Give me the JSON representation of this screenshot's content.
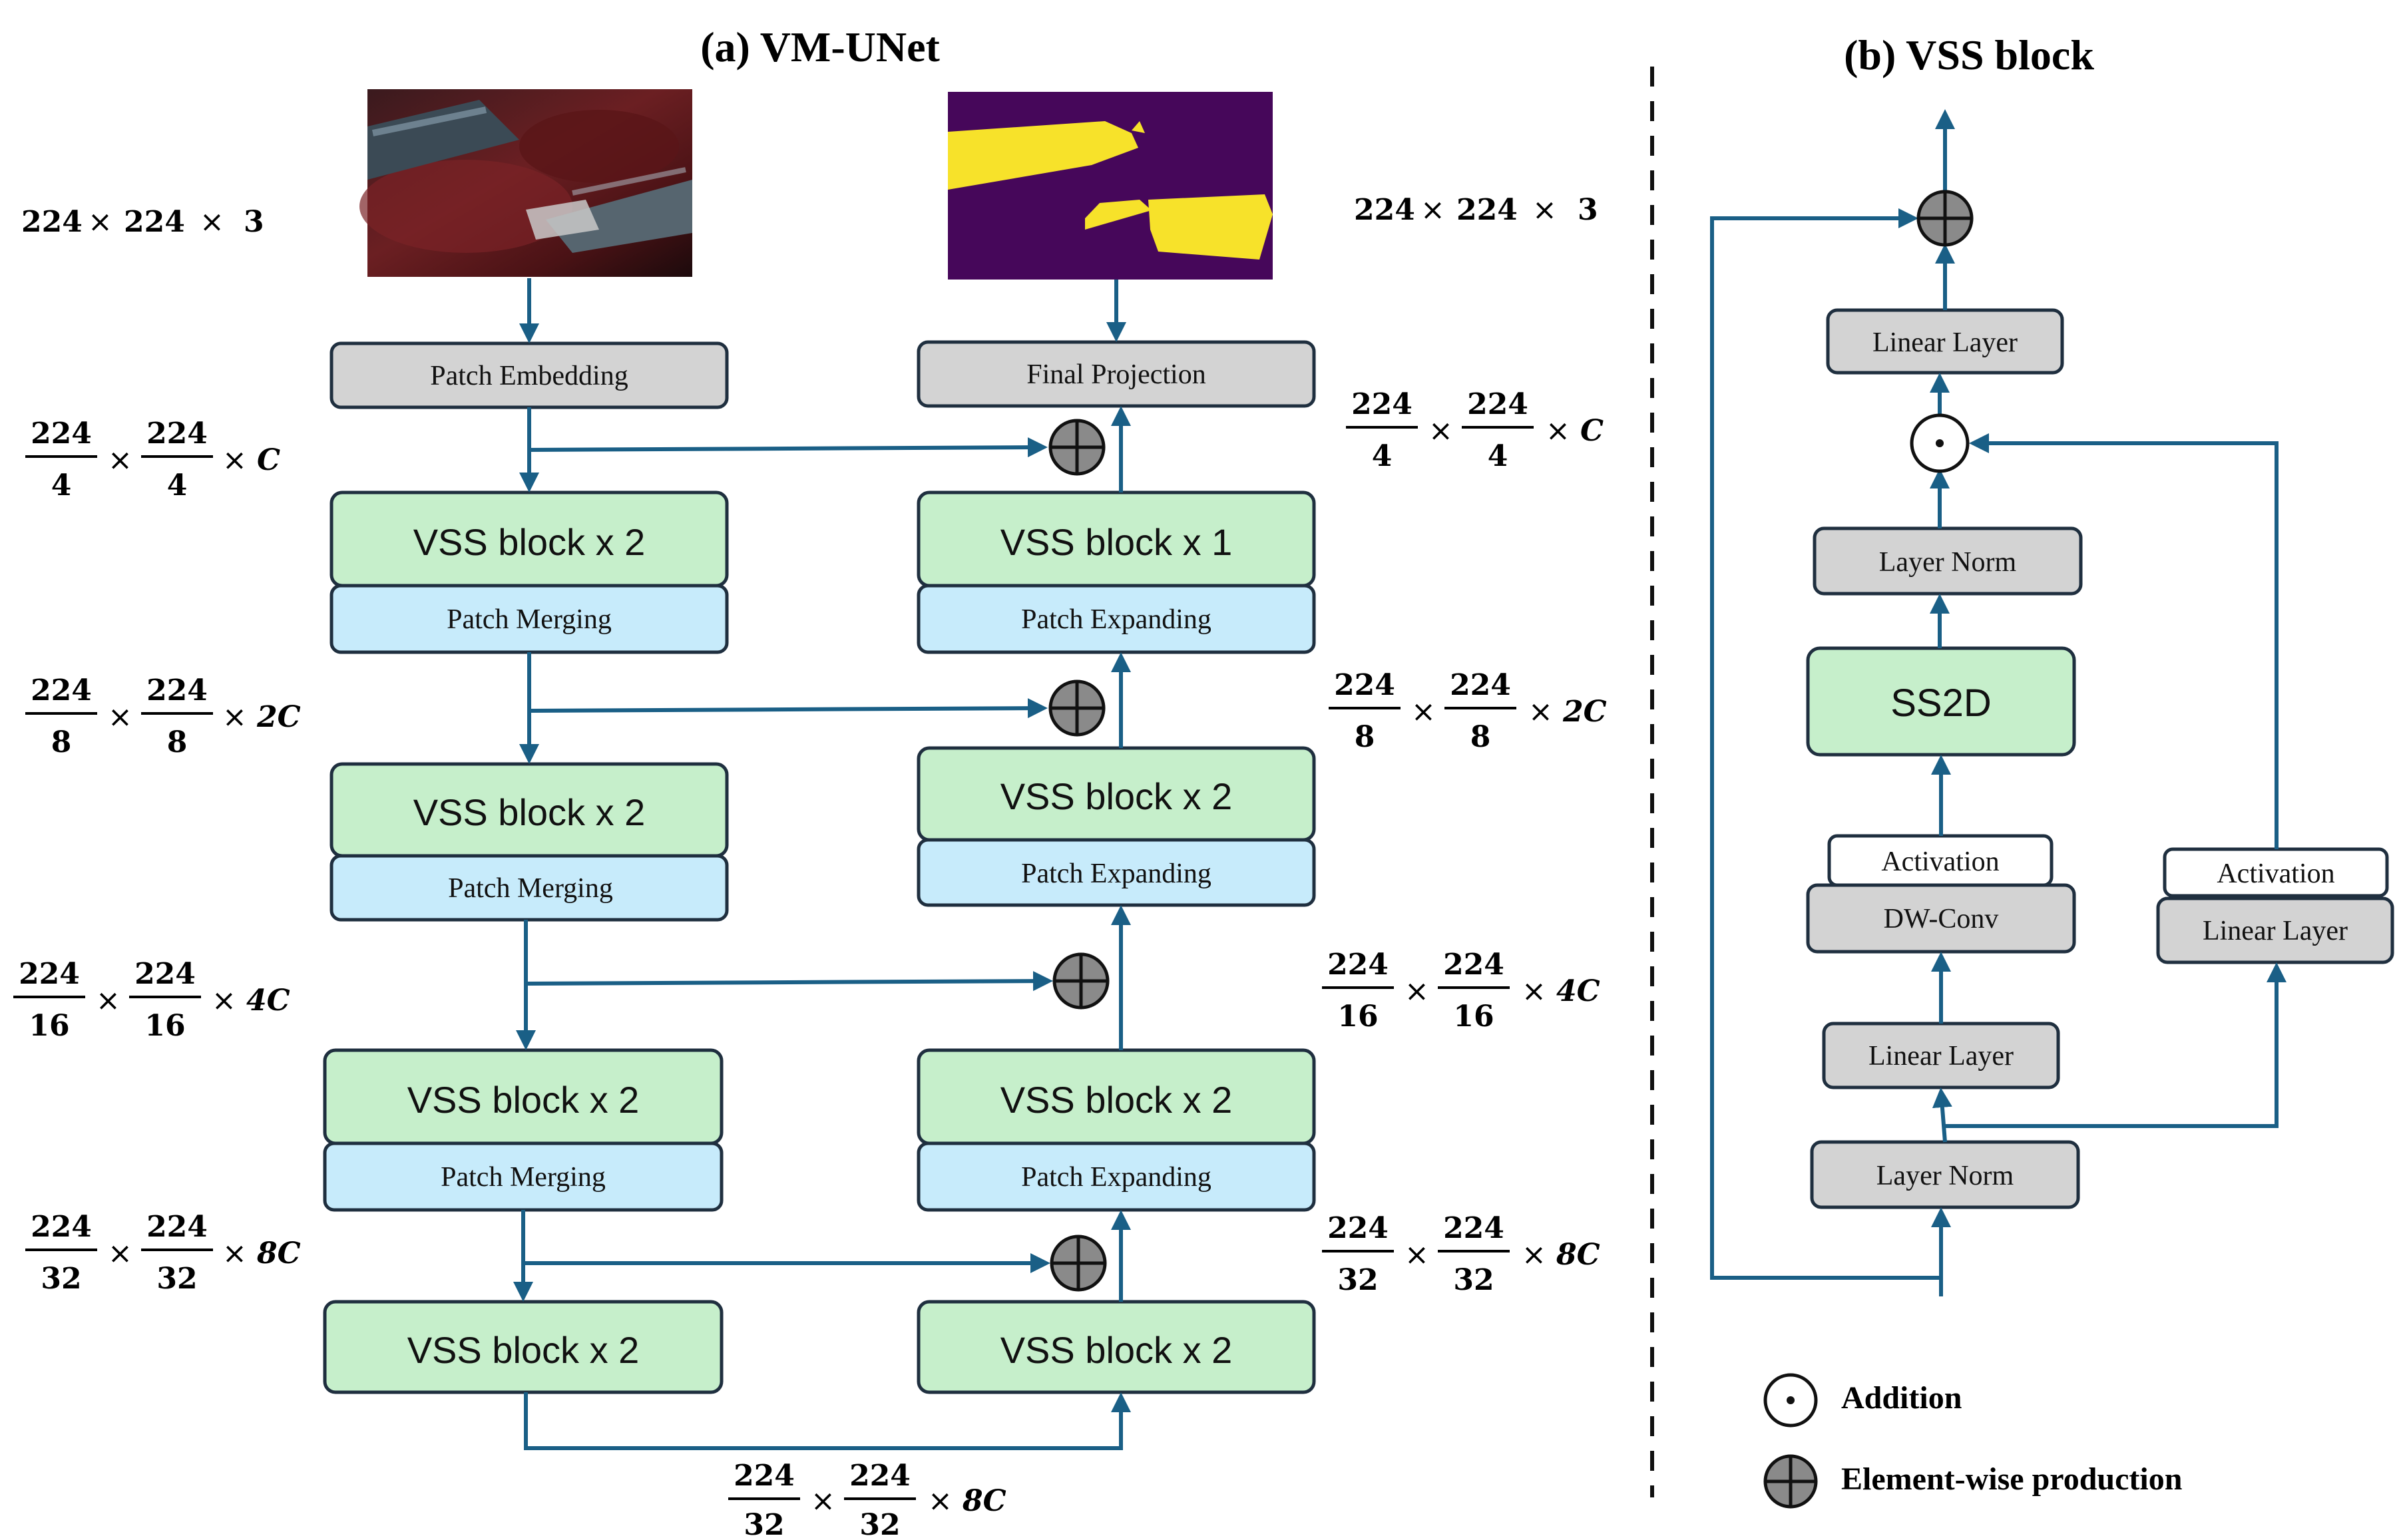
{
  "titles": {
    "left": "(a) VM-UNet",
    "right": "(b) VSS block"
  },
  "encoder": {
    "patch_embedding": "Patch Embedding",
    "stage1": {
      "vss": "VSS block x 2",
      "merge": "Patch Merging"
    },
    "stage2": {
      "vss": "VSS block x 2",
      "merge": "Patch Merging"
    },
    "stage3": {
      "vss": "VSS block x 2",
      "merge": "Patch Merging"
    },
    "stage4": {
      "vss": "VSS block x 2"
    }
  },
  "decoder": {
    "final_projection": "Final Projection",
    "stage1": {
      "vss": "VSS block x 1",
      "expand": "Patch Expanding"
    },
    "stage2": {
      "vss": "VSS block x 2",
      "expand": "Patch Expanding"
    },
    "stage3": {
      "vss": "VSS block x 2",
      "expand": "Patch Expanding"
    },
    "stage4": {
      "vss": "VSS block x 2"
    }
  },
  "dims": {
    "input": {
      "a": "224",
      "b": "224",
      "c": "3"
    },
    "output": {
      "a": "224",
      "b": "224",
      "c": "3"
    },
    "d1": {
      "num": "224",
      "den": "4",
      "mult": "C"
    },
    "d2": {
      "num": "224",
      "den": "8",
      "mult": "2C"
    },
    "d3": {
      "num": "224",
      "den": "16",
      "mult": "4C"
    },
    "d4": {
      "num": "224",
      "den": "32",
      "mult": "8C"
    },
    "times": "×"
  },
  "vss_block": {
    "linear_top": "Linear Layer",
    "layer_norm_top": "Layer Norm",
    "ss2d": "SS2D",
    "activation_left": "Activation",
    "dwconv": "DW-Conv",
    "linear_left": "Linear Layer",
    "layer_norm_bottom": "Layer Norm",
    "activation_right": "Activation",
    "linear_right": "Linear Layer"
  },
  "legend": {
    "addition": "Addition",
    "element_wise": "Element-wise production"
  },
  "colors": {
    "arrow": "#1a5f86",
    "gray_box": "#d3d3d3",
    "green_box": "#c6efcb",
    "blue_box": "#c7ebfb",
    "mask_background": "#46075a",
    "mask_foreground": "#f7e22a"
  }
}
